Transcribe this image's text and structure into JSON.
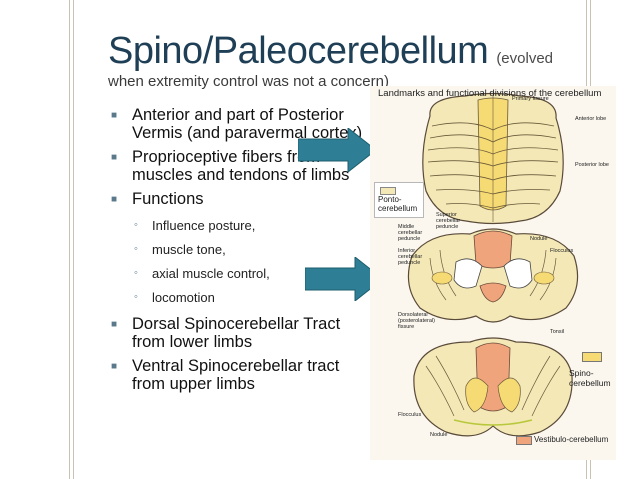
{
  "title": {
    "main": "Spino/Paleocerebellum",
    "paren": "(evolved",
    "subtitle": "when extremity control was not a concern)"
  },
  "bullets": [
    {
      "text": "Anterior and part of Posterior Vermis (and paravermal cortex)"
    },
    {
      "text": "Proprioceptive fibers from muscles and tendons of limbs"
    },
    {
      "text": "Functions"
    }
  ],
  "sub_bullets": [
    {
      "text": "Influence posture,"
    },
    {
      "text": "muscle tone,"
    },
    {
      "text": "axial muscle control,"
    },
    {
      "text": "locomotion"
    }
  ],
  "bullets_after": [
    {
      "text": "Dorsal Spinocerebellar Tract from lower limbs"
    },
    {
      "text": "Ventral Spinocerebellar tract from upper limbs"
    }
  ],
  "figure": {
    "caption": "Landmarks and functional divisions of the cerebellum",
    "labels": {
      "primary_fissure": "Primary fissure",
      "anterior_lobe": "Anterior lobe",
      "posterior_lobe": "Posterior lobe",
      "superior_peduncle": "Superior cerebellar peduncle",
      "middle_peduncle": "Middle cerebellar peduncle",
      "inferior_peduncle": "Inferior cerebellar peduncle",
      "nodule_1": "Nodule",
      "flocculus_1": "Flocculus",
      "dorsolateral_fissure": "Dorsolateral (posterolateral) fissure",
      "tonsil": "Tonsil",
      "flocculus_2": "Flocculus",
      "nodule_2": "Nodule"
    },
    "legend": {
      "ponto": "Ponto-cerebellum",
      "spino": "Spino-cerebellum",
      "vestibulo": "Vestibulo-cerebellum"
    },
    "colors": {
      "ponto": "#f3e8b6",
      "spino": "#f6da74",
      "vestibulo": "#f0a47c",
      "arrow": "#2e7f95"
    }
  }
}
